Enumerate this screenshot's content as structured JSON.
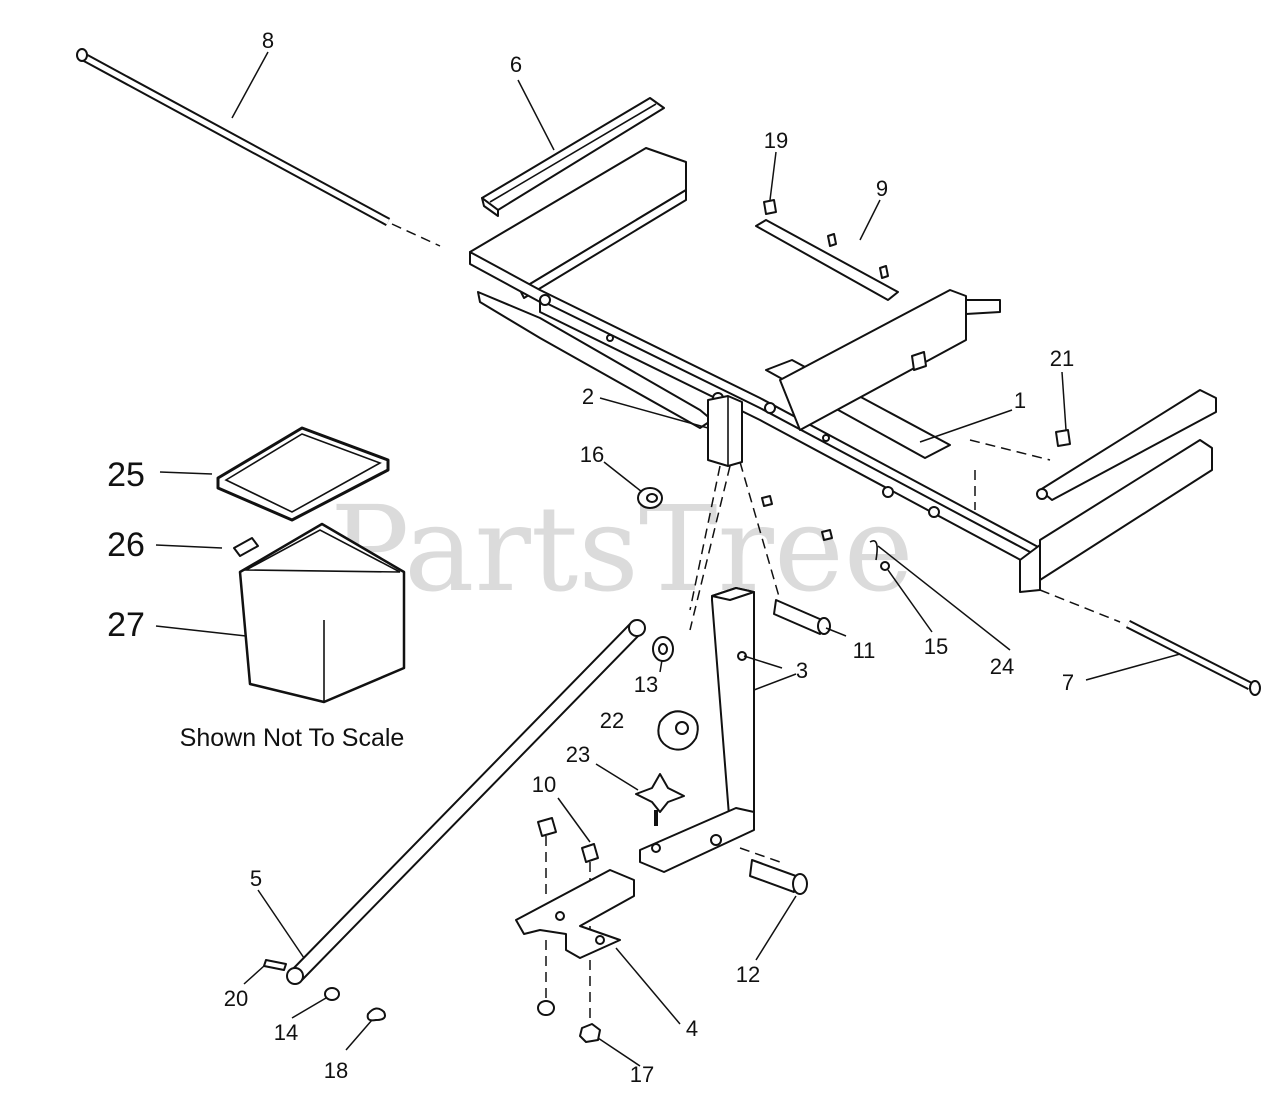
{
  "watermark": "PartsTree",
  "note": "Shown Not To Scale",
  "callouts": {
    "c1": "1",
    "c2": "2",
    "c3": "3",
    "c4": "4",
    "c5": "5",
    "c6": "6",
    "c7": "7",
    "c8": "8",
    "c9": "9",
    "c10": "10",
    "c11": "11",
    "c12": "12",
    "c13": "13",
    "c14": "14",
    "c15": "15",
    "c16": "16",
    "c17": "17",
    "c18": "18",
    "c19": "19",
    "c20": "20",
    "c21": "21",
    "c22": "22",
    "c23": "23",
    "c24": "24",
    "c25": "25",
    "c26": "26",
    "c27": "27"
  }
}
